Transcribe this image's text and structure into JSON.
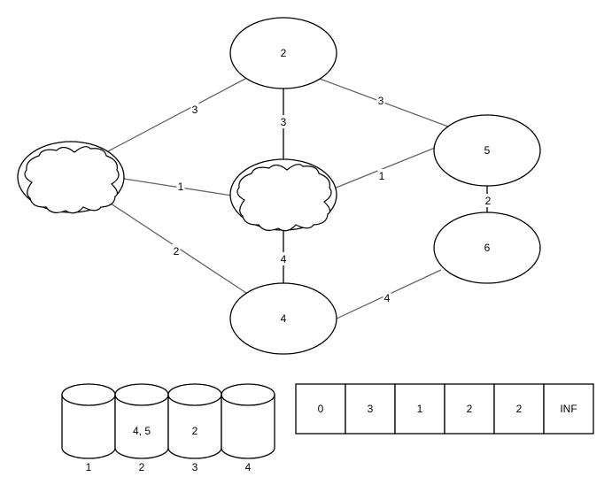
{
  "graph": {
    "nodes": [
      {
        "id": "n1",
        "label": "",
        "kind": "cloud-ellipse"
      },
      {
        "id": "n2",
        "label": "2",
        "kind": "ellipse"
      },
      {
        "id": "n3",
        "label": "",
        "kind": "cloud-ellipse"
      },
      {
        "id": "n4",
        "label": "4",
        "kind": "ellipse"
      },
      {
        "id": "n5",
        "label": "5",
        "kind": "ellipse"
      },
      {
        "id": "n6",
        "label": "6",
        "kind": "ellipse"
      }
    ],
    "edges": [
      {
        "from": "n1",
        "to": "n2",
        "weight": "3",
        "color": "#666666"
      },
      {
        "from": "n1",
        "to": "n3",
        "weight": "1",
        "color": "#666666"
      },
      {
        "from": "n1",
        "to": "n4",
        "weight": "2",
        "color": "#666666"
      },
      {
        "from": "n2",
        "to": "n3",
        "weight": "3",
        "color": "#000000"
      },
      {
        "from": "n2",
        "to": "n5",
        "weight": "3",
        "color": "#666666"
      },
      {
        "from": "n3",
        "to": "n5",
        "weight": "1",
        "color": "#666666"
      },
      {
        "from": "n3",
        "to": "n4",
        "weight": "4",
        "color": "#000000"
      },
      {
        "from": "n5",
        "to": "n6",
        "weight": "2",
        "color": "#000000"
      },
      {
        "from": "n4",
        "to": "n6",
        "weight": "4",
        "color": "#666666"
      }
    ]
  },
  "buckets": [
    {
      "content": "",
      "label": "1"
    },
    {
      "content": "4, 5",
      "label": "2"
    },
    {
      "content": "2",
      "label": "3"
    },
    {
      "content": "",
      "label": "4"
    }
  ],
  "distance_array": [
    "0",
    "3",
    "1",
    "2",
    "2",
    "INF"
  ]
}
